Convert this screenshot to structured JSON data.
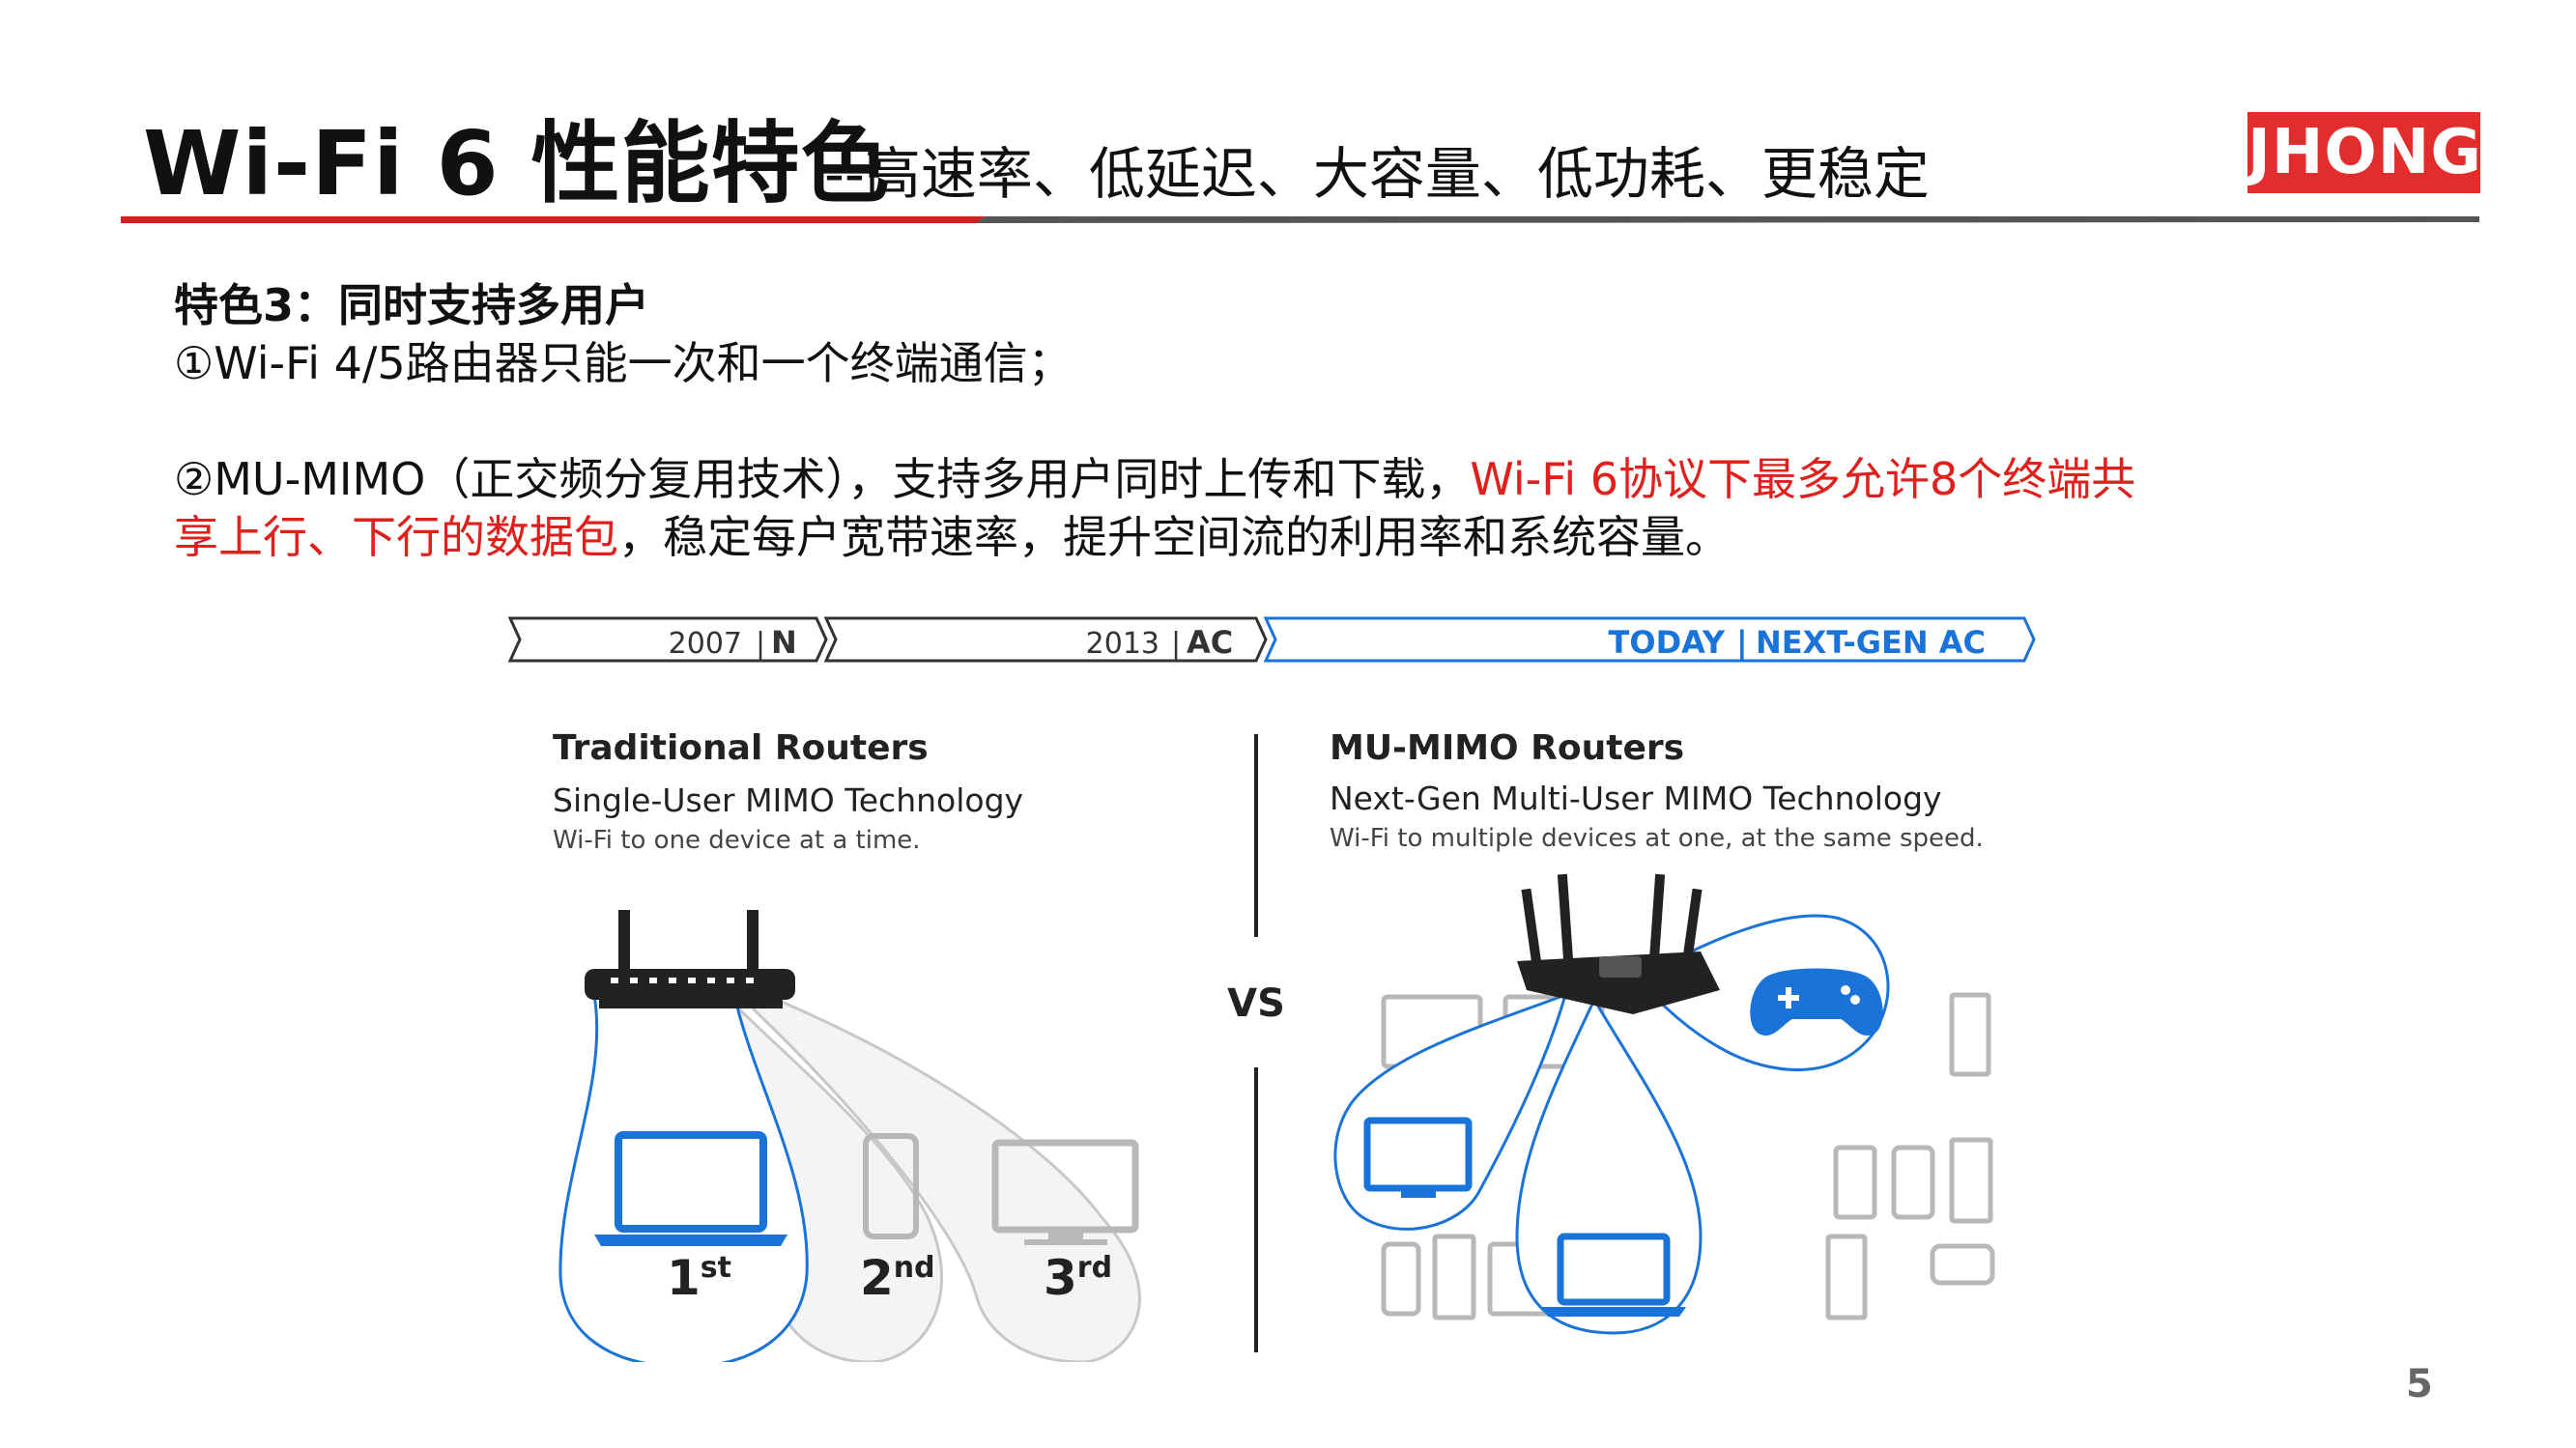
{
  "slide": {
    "title": "Wi-Fi 6 性能特色",
    "subtitle": "--高速率、低延迟、大容量、低功耗、更稳定",
    "logo_text": "JHONG",
    "page_number": "5"
  },
  "feature": {
    "heading": "特色3：同时支持多用户",
    "point1": "①Wi-Fi 4/5路由器只能一次和一个终端通信；",
    "point2_black": "②MU-MIMO（正交频分复用技术），支持多用户同时上传和下载，",
    "point2_red_a": "Wi-Fi 6协议下最多允许8个终端共",
    "point2_red_b": "享上行、下行的数据包",
    "point2_tail": "，稳定每户宽带速率，提升空间流的利用率和系统容量。"
  },
  "diagram": {
    "timeline": {
      "seg1_year": "2007",
      "seg1_std": "N",
      "seg2_year": "2013",
      "seg2_std": "AC",
      "seg3_a": "TODAY",
      "seg3_b": "NEXT-GEN AC"
    },
    "left": {
      "title": "Traditional Routers",
      "subtitle": "Single-User MIMO Technology",
      "desc": "Wi-Fi to one device at a time.",
      "label1": "1",
      "sup1": "st",
      "label2": "2",
      "sup2": "nd",
      "label3": "3",
      "sup3": "rd"
    },
    "vs": "VS",
    "right": {
      "title": "MU-MIMO Routers",
      "subtitle": "Next-Gen Multi-User MIMO Technology",
      "desc": "Wi-Fi to multiple devices at one, at the same speed."
    },
    "colors": {
      "blue": "#1a73d9",
      "grey_device": "#b8b8b8",
      "dark": "#222222"
    }
  }
}
